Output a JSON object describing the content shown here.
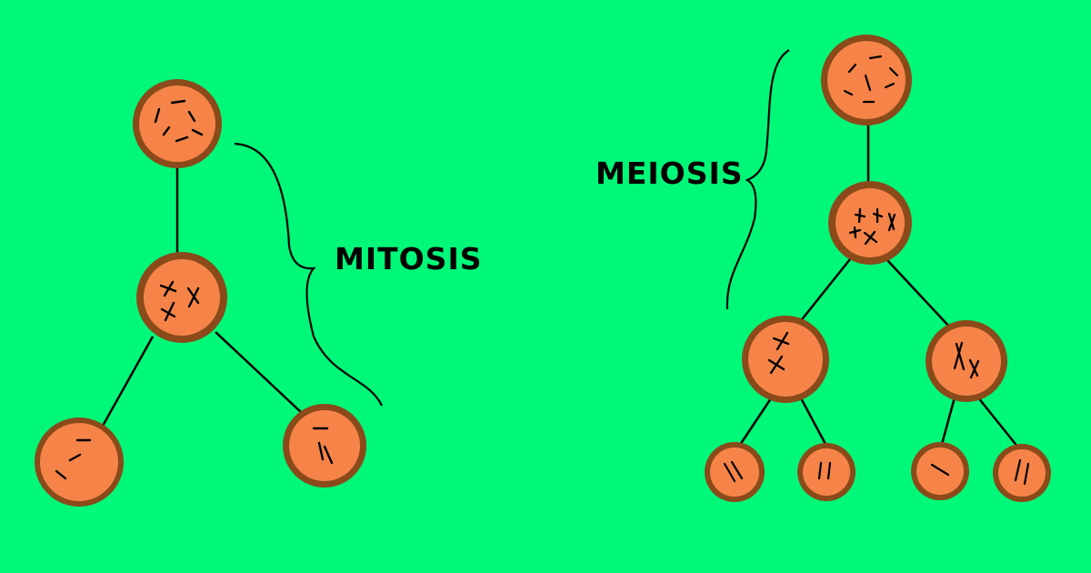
{
  "labels": {
    "mitosis": "MITOSIS",
    "meiosis": "MEIOSIS"
  },
  "colors": {
    "background": "#00F878",
    "cell_fill": "#F68448",
    "cell_rim": "#8A4A1A",
    "line": "#000000"
  },
  "processes": [
    {
      "id": "mitosis",
      "cells": [
        "parent",
        "replicated",
        "daughter-1",
        "daughter-2"
      ],
      "links": [
        [
          "parent",
          "replicated"
        ],
        [
          "replicated",
          "daughter-1"
        ],
        [
          "replicated",
          "daughter-2"
        ]
      ]
    },
    {
      "id": "meiosis",
      "cells": [
        "parent",
        "replicated",
        "meiosis-1-a",
        "meiosis-1-b",
        "gamete-1",
        "gamete-2",
        "gamete-3",
        "gamete-4"
      ],
      "links": [
        [
          "parent",
          "replicated"
        ],
        [
          "replicated",
          "meiosis-1-a"
        ],
        [
          "replicated",
          "meiosis-1-b"
        ],
        [
          "meiosis-1-a",
          "gamete-1"
        ],
        [
          "meiosis-1-a",
          "gamete-2"
        ],
        [
          "meiosis-1-b",
          "gamete-3"
        ],
        [
          "meiosis-1-b",
          "gamete-4"
        ]
      ]
    }
  ]
}
